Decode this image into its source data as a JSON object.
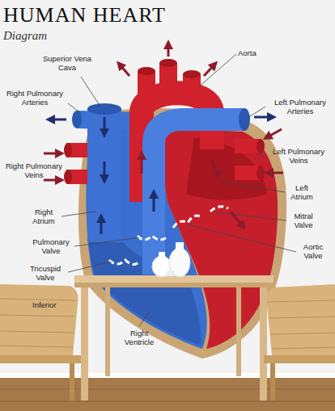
{
  "diagram": {
    "title": "HUMAN HEART",
    "labels": [
      "Diagram",
      "Superior Vena Cava",
      "Aorta",
      "Right Pulmonary Arteries",
      "Left Pulmonary Arteries",
      "Left Pulmonary Veins",
      "Right Pulmonary Veins",
      "Left Atrium",
      "Right Atrium",
      "Mitral Valve",
      "Pulmonary Valve",
      "Aortic Valve",
      "Tricuspid Valve",
      "Inferior",
      "Right Ventricle"
    ]
  }
}
